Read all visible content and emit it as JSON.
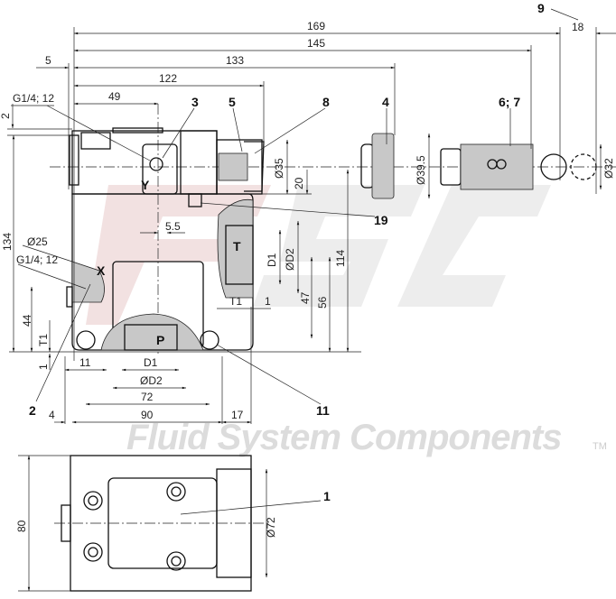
{
  "watermark": {
    "logo_text": "FSC",
    "text": "Fluid System Components",
    "trademark": "TM",
    "logo_color": "#e8c8c8"
  },
  "callouts": {
    "c1": "1",
    "c2": "2",
    "c3": "3",
    "c4": "4",
    "c5": "5",
    "c67": "6; 7",
    "c8": "8",
    "c9": "9",
    "c11": "11",
    "c19": "19"
  },
  "dimensions": {
    "d169": "169",
    "d18": "18",
    "d145": "145",
    "d133": "133",
    "d5": "5",
    "d122": "122",
    "d49": "49",
    "thread_top": "G1/4; 12",
    "d2": "2",
    "d134": "134",
    "d35": "Ø35",
    "d20": "20",
    "d39_5": "Ø39.5",
    "d32": "Ø32",
    "d5_5": "5.5",
    "port_t": "T",
    "d1_t": "D1",
    "dd2_t": "ØD2",
    "d114": "114",
    "d47": "47",
    "d56": "56",
    "t1_t": "T1",
    "d1_right": "1",
    "d25": "Ø25",
    "thread_x": "G1/4; 12",
    "port_x": "X",
    "port_y": "Y",
    "d44": "44",
    "t1_p": "T1",
    "d1_left": "1",
    "d11": "11",
    "port_p": "P",
    "d1_p": "D1",
    "dd2_p": "ØD2",
    "d72": "72",
    "d90": "90",
    "d4": "4",
    "d17": "17",
    "d80": "80",
    "d72_dia": "Ø72"
  }
}
